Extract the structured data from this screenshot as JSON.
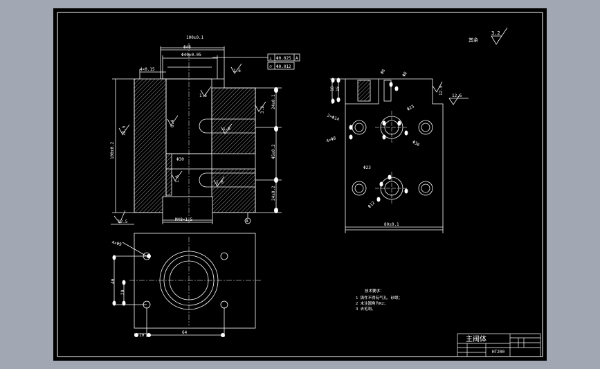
{
  "drawing": {
    "roughness_other": "其余",
    "roughness_other_value": "3.2",
    "front_view": {
      "dim_width_top": "100±0.1",
      "dim_bore_dia": "Φ48",
      "dim_bore_tol": "Φ40±0.05",
      "dim_chamfer": "4×0.15",
      "dim_height": "100±0.2",
      "dim_thread": "M48×1.5",
      "dim_right_top": "24±0.1",
      "dim_right_mid": "45±0.2",
      "dim_right_bot": "24±0.2",
      "dim_bore_inner": "Φ30",
      "rough_top": "1.6",
      "rough_bore_a": "1.6",
      "rough_bore_b": "1.6",
      "rough_bore_c": "1.6",
      "rough_side": "3.2",
      "rough_inner": "0.4",
      "rough_inner_b": "1.6",
      "rough_left": "12.5",
      "rough_bottom_left": "12.5",
      "datum_label": "A",
      "tol_frame_1_symbol": "⊥",
      "tol_frame_1_value": "Φ0.025",
      "tol_frame_1_datum": "A",
      "tol_frame_2_symbol": "⌭",
      "tol_frame_2_value": "Φ0.012"
    },
    "side_view": {
      "dim_left_a": "18",
      "dim_left_b": "15",
      "dim_top_a": "Φ6",
      "dim_top_b": "Φ8",
      "rough_right": "12.5",
      "rough_corner": "12.5",
      "dim_hole_a": "2×Φ14",
      "dim_hole_b": "4×Φ8",
      "dim_hole_c": "Φ23",
      "dim_hole_d": "Φ36",
      "dim_hole_e": "Φ23",
      "dim_hole_f": "Φ12",
      "dim_width": "80±0.1"
    },
    "bottom_view": {
      "dim_holes": "4×Φ9",
      "dim_height": "40",
      "dim_inner": "20",
      "dim_left": "10",
      "dim_width": "64"
    },
    "notes": {
      "title": "技术要求：",
      "items": [
        "1  铸件不得有气孔、砂眼；",
        "2  未注圆角为R2；",
        "3  去毛刺。"
      ]
    },
    "title_block": {
      "part_name": "主阀体",
      "material": "HT200"
    }
  }
}
